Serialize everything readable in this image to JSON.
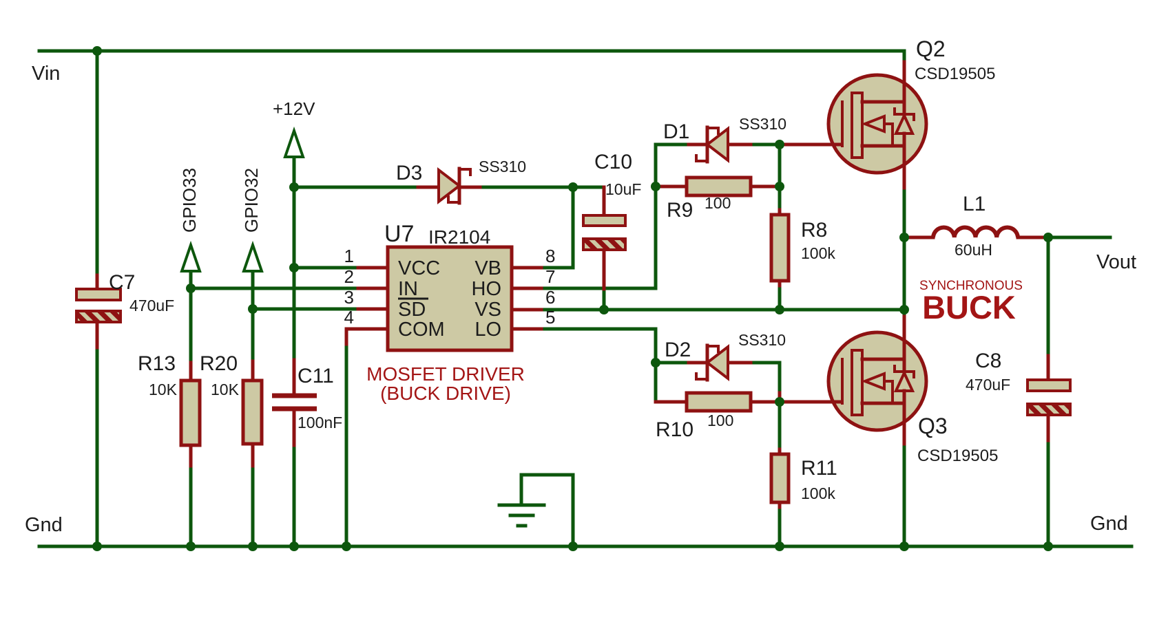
{
  "colors": {
    "bg": "#ffffff",
    "wire": "#0d570d",
    "comp": "#8e1212",
    "beige": "#cdc9a4",
    "ink": "#1c1c1c",
    "rlbl": "#a31515"
  },
  "nets": {
    "vin": "Vin",
    "gnd_left": "Gnd",
    "gnd_right": "Gnd",
    "vout": "Vout",
    "p12v": "+12V",
    "gpio33": "GPIO33",
    "gpio32": "GPIO32"
  },
  "ic": {
    "ref": "U7",
    "part": "IR2104",
    "caption_line1": "MOSFET DRIVER",
    "caption_line2": "(BUCK DRIVE)",
    "pins": {
      "left": [
        {
          "num": "1",
          "name": "VCC"
        },
        {
          "num": "2",
          "name": "IN"
        },
        {
          "num": "3",
          "name": "SD"
        },
        {
          "num": "4",
          "name": "COM"
        }
      ],
      "right": [
        {
          "num": "8",
          "name": "VB"
        },
        {
          "num": "7",
          "name": "HO"
        },
        {
          "num": "6",
          "name": "VS"
        },
        {
          "num": "5",
          "name": "LO"
        }
      ]
    }
  },
  "components": {
    "c7": {
      "ref": "C7",
      "value": "470uF"
    },
    "c8": {
      "ref": "C8",
      "value": "470uF"
    },
    "c10": {
      "ref": "C10",
      "value": "10uF"
    },
    "c11": {
      "ref": "C11",
      "value": "100nF"
    },
    "r8": {
      "ref": "R8",
      "value": "100k"
    },
    "r9": {
      "ref": "R9",
      "value": "100"
    },
    "r10": {
      "ref": "R10",
      "value": "100"
    },
    "r11": {
      "ref": "R11",
      "value": "100k"
    },
    "r13": {
      "ref": "R13",
      "value": "10K"
    },
    "r20": {
      "ref": "R20",
      "value": "10K"
    },
    "d1": {
      "ref": "D1",
      "value": "SS310"
    },
    "d2": {
      "ref": "D2",
      "value": "SS310"
    },
    "d3": {
      "ref": "D3",
      "value": "SS310"
    },
    "q2": {
      "ref": "Q2",
      "value": "CSD19505"
    },
    "q3": {
      "ref": "Q3",
      "value": "CSD19505"
    },
    "l1": {
      "ref": "L1",
      "value": "60uH"
    }
  },
  "annotation": {
    "line1": "SYNCHRONOUS",
    "line2": "BUCK"
  }
}
